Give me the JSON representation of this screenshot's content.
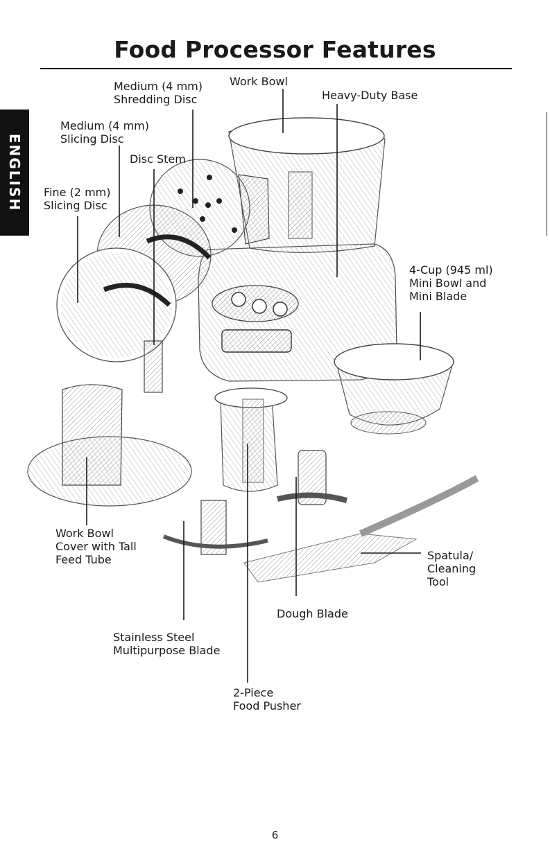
{
  "header": {
    "title": "Food Processor Features"
  },
  "side_tab": {
    "label": "ENGLISH"
  },
  "labels": {
    "shredding_disc": "Medium (4 mm)\nShredding Disc",
    "work_bowl": "Work Bowl",
    "heavy_duty_base": "Heavy-Duty Base",
    "slicing_disc_medium": "Medium (4 mm)\nSlicing Disc",
    "disc_stem": "Disc Stem",
    "slicing_disc_fine": "Fine (2 mm)\nSlicing Disc",
    "mini_bowl": "4-Cup (945 ml)\nMini Bowl and\nMini Blade",
    "work_bowl_cover": "Work Bowl\nCover with Tall\nFeed Tube",
    "spatula": "Spatula/\nCleaning\nTool",
    "dough_blade": "Dough Blade",
    "multipurpose_blade": "Stainless Steel\nMultipurpose Blade",
    "food_pusher": "2-Piece\nFood Pusher"
  },
  "footer": {
    "page_number": "6"
  }
}
